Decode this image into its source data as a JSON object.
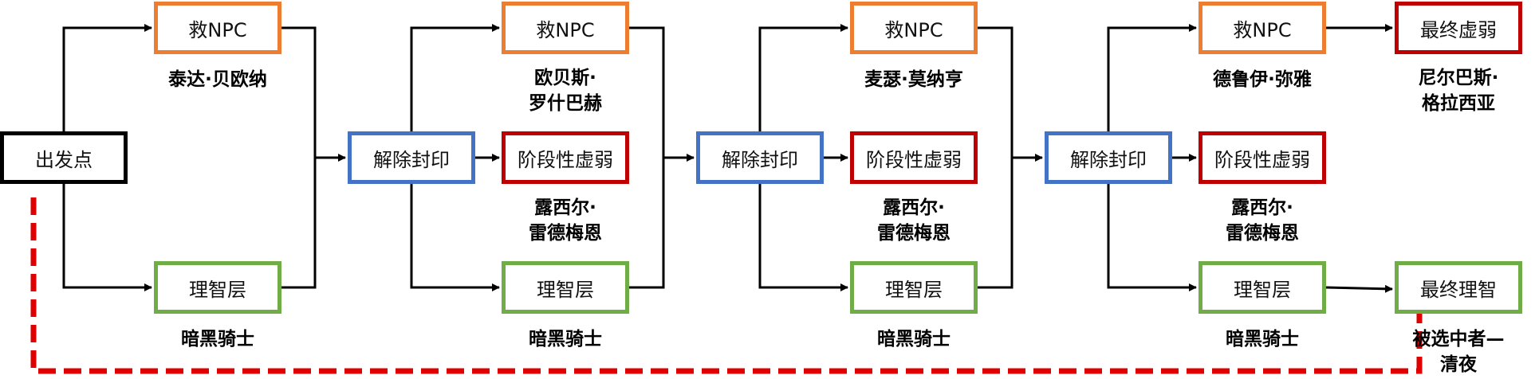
{
  "colors": {
    "start": "#000000",
    "rescue": "#ED7D31",
    "unseal": "#4472C4",
    "weak": "#C00000",
    "sanity": "#70AD47",
    "dashed_path": "#E00000"
  },
  "start": {
    "label": "出发点"
  },
  "stages": [
    {
      "rescue": {
        "box": "救NPC",
        "caption": [
          "泰达·贝欧纳"
        ]
      },
      "sanity": {
        "box": "理智层",
        "caption": [
          "暗黑骑士"
        ]
      }
    },
    {
      "unseal": {
        "box": "解除封印"
      },
      "rescue": {
        "box": "救NPC",
        "caption": [
          "欧贝斯·",
          "罗什巴赫"
        ]
      },
      "weak": {
        "box": "阶段性虚弱",
        "caption": [
          "露西尔·",
          "雷德梅恩"
        ]
      },
      "sanity": {
        "box": "理智层",
        "caption": [
          "暗黑骑士"
        ]
      }
    },
    {
      "unseal": {
        "box": "解除封印"
      },
      "rescue": {
        "box": "救NPC",
        "caption": [
          "麦瑟·莫纳亨"
        ]
      },
      "weak": {
        "box": "阶段性虚弱",
        "caption": [
          "露西尔·",
          "雷德梅恩"
        ]
      },
      "sanity": {
        "box": "理智层",
        "caption": [
          "暗黑骑士"
        ]
      }
    },
    {
      "unseal": {
        "box": "解除封印"
      },
      "rescue": {
        "box": "救NPC",
        "caption": [
          "德鲁伊·弥雅"
        ]
      },
      "weak": {
        "box": "阶段性虚弱",
        "caption": [
          "露西尔·",
          "雷德梅恩"
        ]
      },
      "sanity": {
        "box": "理智层",
        "caption": [
          "暗黑骑士"
        ]
      }
    }
  ],
  "final": {
    "weak": {
      "box": "最终虚弱",
      "caption": [
        "尼尔巴斯·",
        "格拉西亚"
      ]
    },
    "sanity": {
      "box": "最终理智",
      "caption": [
        "被选中者—",
        "清夜"
      ]
    }
  }
}
